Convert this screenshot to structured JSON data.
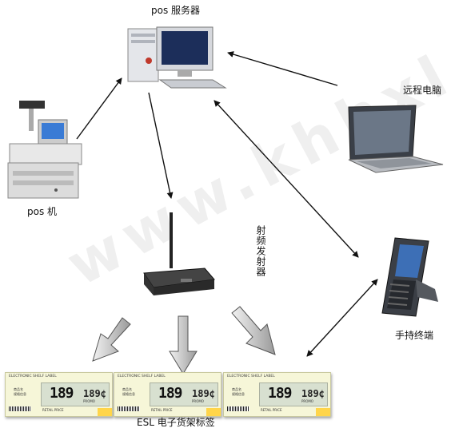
{
  "nodes": {
    "pos_server": "pos 服务器",
    "remote_pc": "远程电脑",
    "pos_machine": "pos 机",
    "rf_transmitter": "射频发射器",
    "handheld": "手持终端",
    "esl": "ESL 电子货架标签"
  },
  "watermark": "www.khhxl.com",
  "esl_tag": {
    "header": "ELECTRONIC SHELF LABEL",
    "line1": "商品名",
    "line2": "规格信息",
    "price_main": "189",
    "price_alt": "189¢",
    "promo": "PROMO",
    "retail": "RETAIL PRICE"
  },
  "colors": {
    "arrow": "#111111",
    "arrow_fill": "#d9d9d9"
  }
}
